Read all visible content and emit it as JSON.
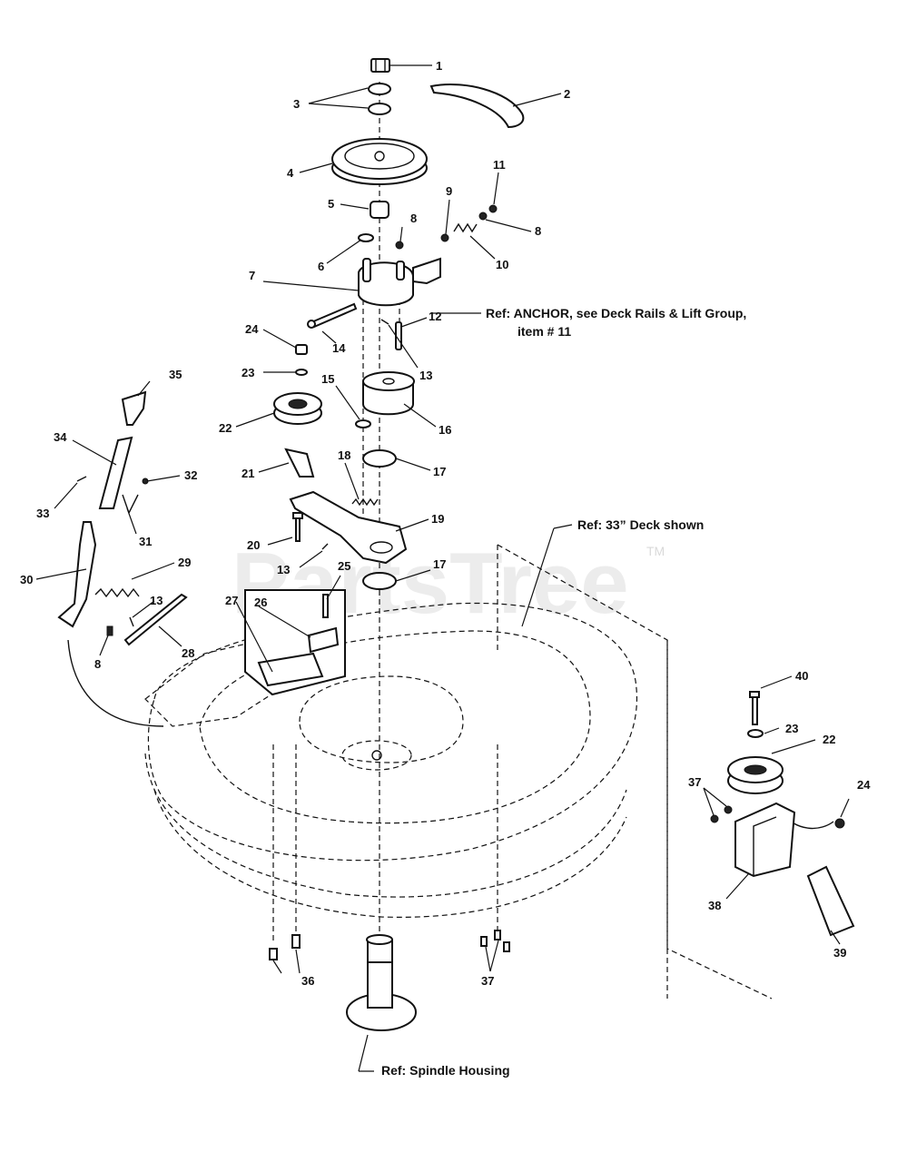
{
  "watermark": {
    "brand": "PartsTree",
    "tm": "TM"
  },
  "references": {
    "anchor_line1": "Ref: ANCHOR, see Deck Rails & Lift Group,",
    "anchor_line2": "item # 11",
    "deck": "Ref: 33” Deck shown",
    "spindle": "Ref: Spindle Housing"
  },
  "callouts": {
    "c1": "1",
    "c2": "2",
    "c3": "3",
    "c4": "4",
    "c5": "5",
    "c6": "6",
    "c7": "7",
    "c8a": "8",
    "c8b": "8",
    "c8c": "8",
    "c9": "9",
    "c10": "10",
    "c11": "11",
    "c12": "12",
    "c13a": "13",
    "c13b": "13",
    "c13c": "13",
    "c14": "14",
    "c15": "15",
    "c16": "16",
    "c17a": "17",
    "c17b": "17",
    "c18": "18",
    "c19": "19",
    "c20": "20",
    "c21": "21",
    "c22a": "22",
    "c22b": "22",
    "c23a": "23",
    "c23b": "23",
    "c24a": "24",
    "c24b": "24",
    "c25": "25",
    "c26": "26",
    "c27": "27",
    "c28": "28",
    "c29": "29",
    "c30": "30",
    "c31": "31",
    "c32": "32",
    "c33": "33",
    "c34": "34",
    "c35": "35",
    "c36": "36",
    "c37a": "37",
    "c37b": "37",
    "c38": "38",
    "c39": "39",
    "c40": "40"
  }
}
